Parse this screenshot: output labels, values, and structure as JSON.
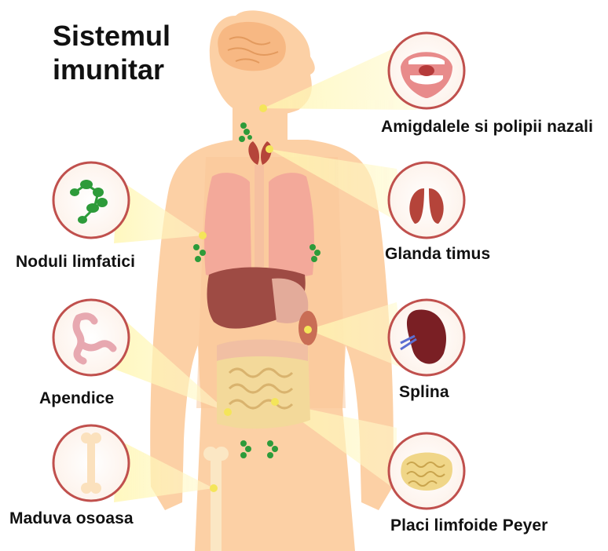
{
  "title": {
    "line1": "Sistemul",
    "line2": "imunitar"
  },
  "labels": {
    "amigdale": "Amigdalele si polipii nazali",
    "timus": "Glanda timus",
    "splina": "Splina",
    "peyer": "Placi limfoide Peyer",
    "noduli": "Noduli limfatici",
    "apendice": "Apendice",
    "maduva": "Maduva osoasa"
  },
  "icons": {
    "amigdale": "mouth-throat-icon",
    "timus": "thymus-gland-icon",
    "splina": "spleen-icon",
    "peyer": "intestine-icon",
    "noduli": "lymph-nodes-icon",
    "apendice": "appendix-colon-icon",
    "maduva": "bone-marrow-icon"
  },
  "colors": {
    "skin": "#fcd0a5",
    "skin_dark": "#f6b986",
    "circle_border": "#c0504d",
    "beam": "#fff2a6",
    "node_green": "#2d9b3a",
    "liver": "#9e4b44",
    "lung": "#f3a99a",
    "intestine": "#f3d99a"
  }
}
